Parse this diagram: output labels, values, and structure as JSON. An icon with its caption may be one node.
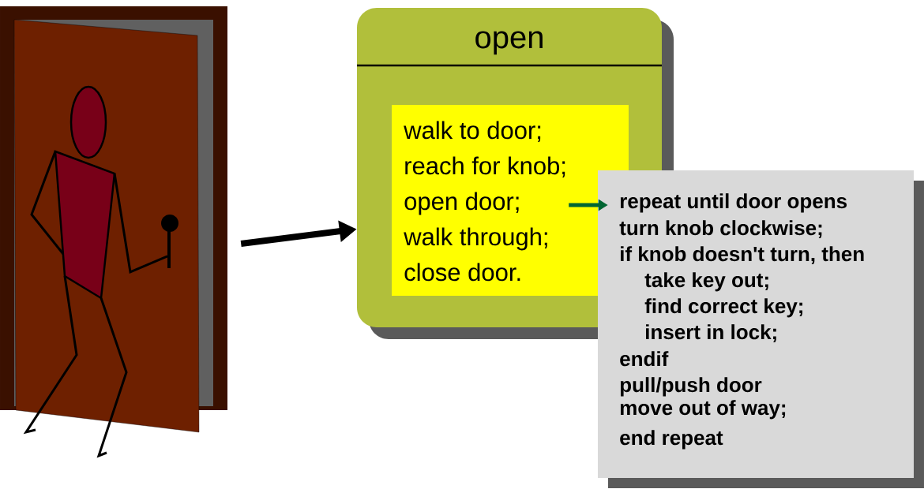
{
  "diagram": {
    "nodes": [
      {
        "text": [],
        "shape": "picture"
      },
      {
        "text": [
          "open"
        ]
      },
      {
        "text": [
          "walk to door;",
          "reach for knob;",
          "open door;",
          "walk through;",
          "close door."
        ],
        "in": 1
      },
      {
        "text": [
          "repeat until door opens",
          "turn knob clockwise;",
          "if knob doesn't turn, then",
          "take key out;",
          "find correct key;",
          "insert in lock;",
          "endif",
          "pull/push door",
          "move out of way;",
          "end repeat"
        ]
      }
    ],
    "edges": [
      {
        "from": 0,
        "to": 1,
        "arrow": "to"
      },
      {
        "from": 2,
        "to": 3,
        "arrow": "to",
        "color": "#006633"
      }
    ]
  }
}
